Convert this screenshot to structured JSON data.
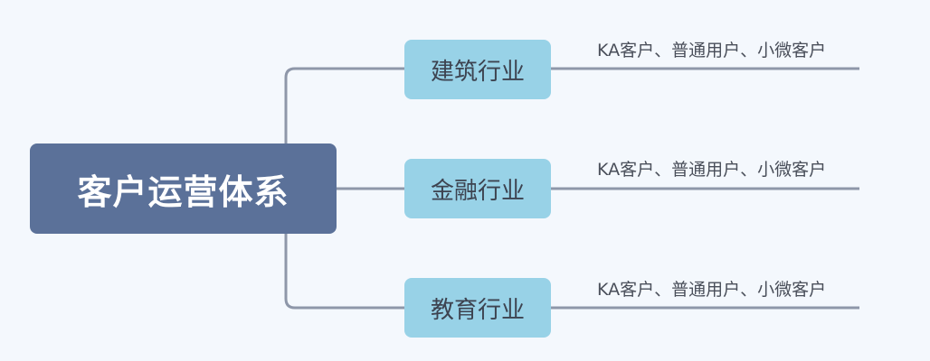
{
  "root": {
    "label": "客户运营体系"
  },
  "branches": [
    {
      "label": "建筑行业",
      "leaf": "KA客户、普通用户、小微客户"
    },
    {
      "label": "金融行业",
      "leaf": "KA客户、普通用户、小微客户"
    },
    {
      "label": "教育行业",
      "leaf": "KA客户、普通用户、小微客户"
    }
  ],
  "colors": {
    "root_fill": "#5b7199",
    "branch_fill": "#98d2e7",
    "connector": "#8e97a9",
    "background": "#f4f8fd"
  }
}
